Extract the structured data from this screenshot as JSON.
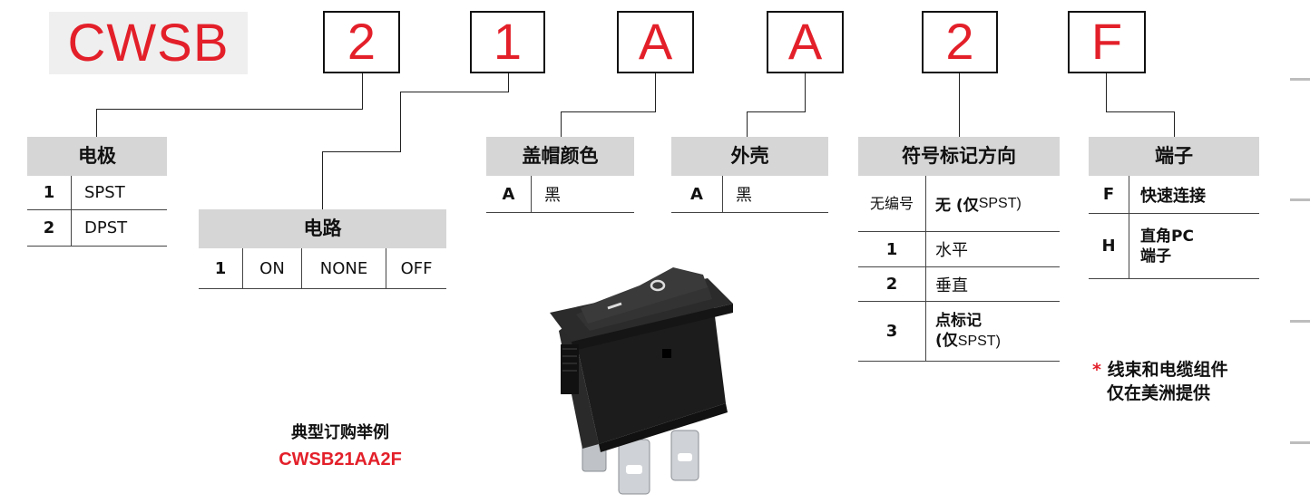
{
  "prefix": "CWSB",
  "codes": [
    "2",
    "1",
    "A",
    "A",
    "2",
    "F"
  ],
  "poles": {
    "title": "电极",
    "rows": [
      {
        "k": "1",
        "v": "SPST"
      },
      {
        "k": "2",
        "v": "DPST"
      }
    ]
  },
  "circuit": {
    "title": "电路",
    "row": [
      "1",
      "ON",
      "NONE",
      "OFF"
    ]
  },
  "actuator": {
    "title": "盖帽颜色",
    "rows": [
      {
        "k": "A",
        "v": "黑"
      }
    ]
  },
  "housing": {
    "title": "外壳",
    "rows": [
      {
        "k": "A",
        "v": "黑"
      }
    ]
  },
  "marking": {
    "title": "符号标记方向",
    "rows": [
      {
        "k": "无编号",
        "v_cn": "无 (仅",
        "v_en": "SPST)"
      },
      {
        "k": "1",
        "v": "水平"
      },
      {
        "k": "2",
        "v": "垂直"
      },
      {
        "k": "3",
        "v_line1": "点标记",
        "v_line2_cn": "(仅",
        "v_line2_en": "SPST)"
      }
    ]
  },
  "terminal": {
    "title": "端子",
    "rows": [
      {
        "k": "F",
        "v": "快速连接"
      },
      {
        "k": "H",
        "v_line1": "直角PC",
        "v_line2": "端子"
      }
    ]
  },
  "note": {
    "star": "*",
    "line1": "线束和电缆组件",
    "line2": "仅在美洲提供"
  },
  "example": {
    "title": "典型订购举例",
    "code": "CWSB21AA2F"
  },
  "colors": {
    "accent": "#e3202a",
    "header_bg": "#d6d6d6",
    "prefix_bg": "#efefef"
  },
  "product_image": "rocker-switch-photo"
}
